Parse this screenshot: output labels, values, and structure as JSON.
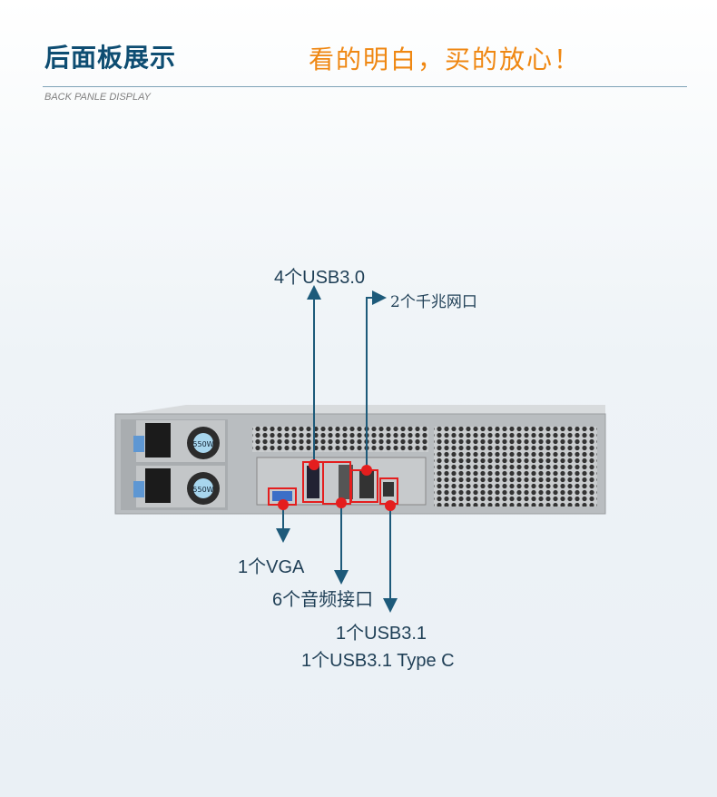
{
  "header": {
    "title": "后面板展示",
    "slogan": "看的明白，买的放心！",
    "subtitle": "BACK PANLE DISPLAY"
  },
  "psu_label": "550W",
  "callouts": [
    {
      "label": "4个USB3.0"
    },
    {
      "label": "2个千兆网口"
    },
    {
      "label": "1个VGA"
    },
    {
      "label": "6个音频接口"
    },
    {
      "label": "1个USB3.1"
    },
    {
      "label": "1个USB3.1 Type C"
    }
  ],
  "colors": {
    "title": "#0e4d72",
    "slogan": "#ef8712",
    "arrow": "#1d5a7a",
    "marker": "#e41e1e"
  }
}
